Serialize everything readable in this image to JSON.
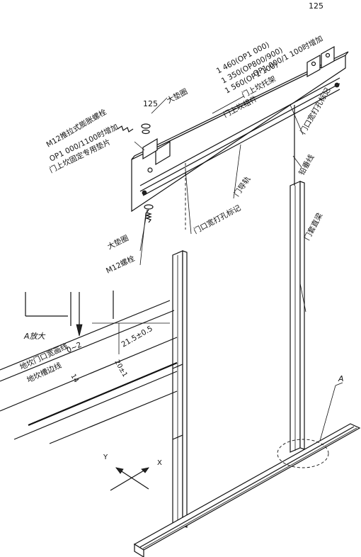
{
  "labels": {
    "dim_125_top": "125",
    "dim_1460": "1 460(OP1 000)",
    "dim_1350": "1 350(OP800/900)",
    "dim_1560": "1 560(OP1 100)",
    "op1000_1100_add_top": "OP1 000/1 100时增加",
    "sill_bracket": "门上坎托架",
    "dim_125_left": "125",
    "large_washer_top": "大垫圈",
    "door_sill_assembly": "门上坎组件",
    "door_width_mark_right": "门口宽打孔标记",
    "m12_anchor_bolt": "M12推拉式膨胀螺栓",
    "op1000_1100_add_left": "OP1 000/1100时增加",
    "sill_shim": "门上坎固定专用垫片",
    "plumb_line": "铅垂线",
    "door_guide": "门导轨",
    "door_width_mark_center": "门口宽打孔标记",
    "door_jamb": "门套直梁",
    "large_washer_bottom": "大垫圈",
    "m12_bolt": "M12螺栓",
    "detail_a_enlarged": "A放大",
    "dim_21_5": "21.5±0.5",
    "dim_20": "20±1",
    "sill_door_width_line": "地坎门口宽画线",
    "sill_groove_edge_line": "地坎槽边线",
    "dim_0_2": "0~2",
    "dim_14": "14",
    "detail_a_marker": "A",
    "axis_y": "Y",
    "axis_x": "X"
  }
}
